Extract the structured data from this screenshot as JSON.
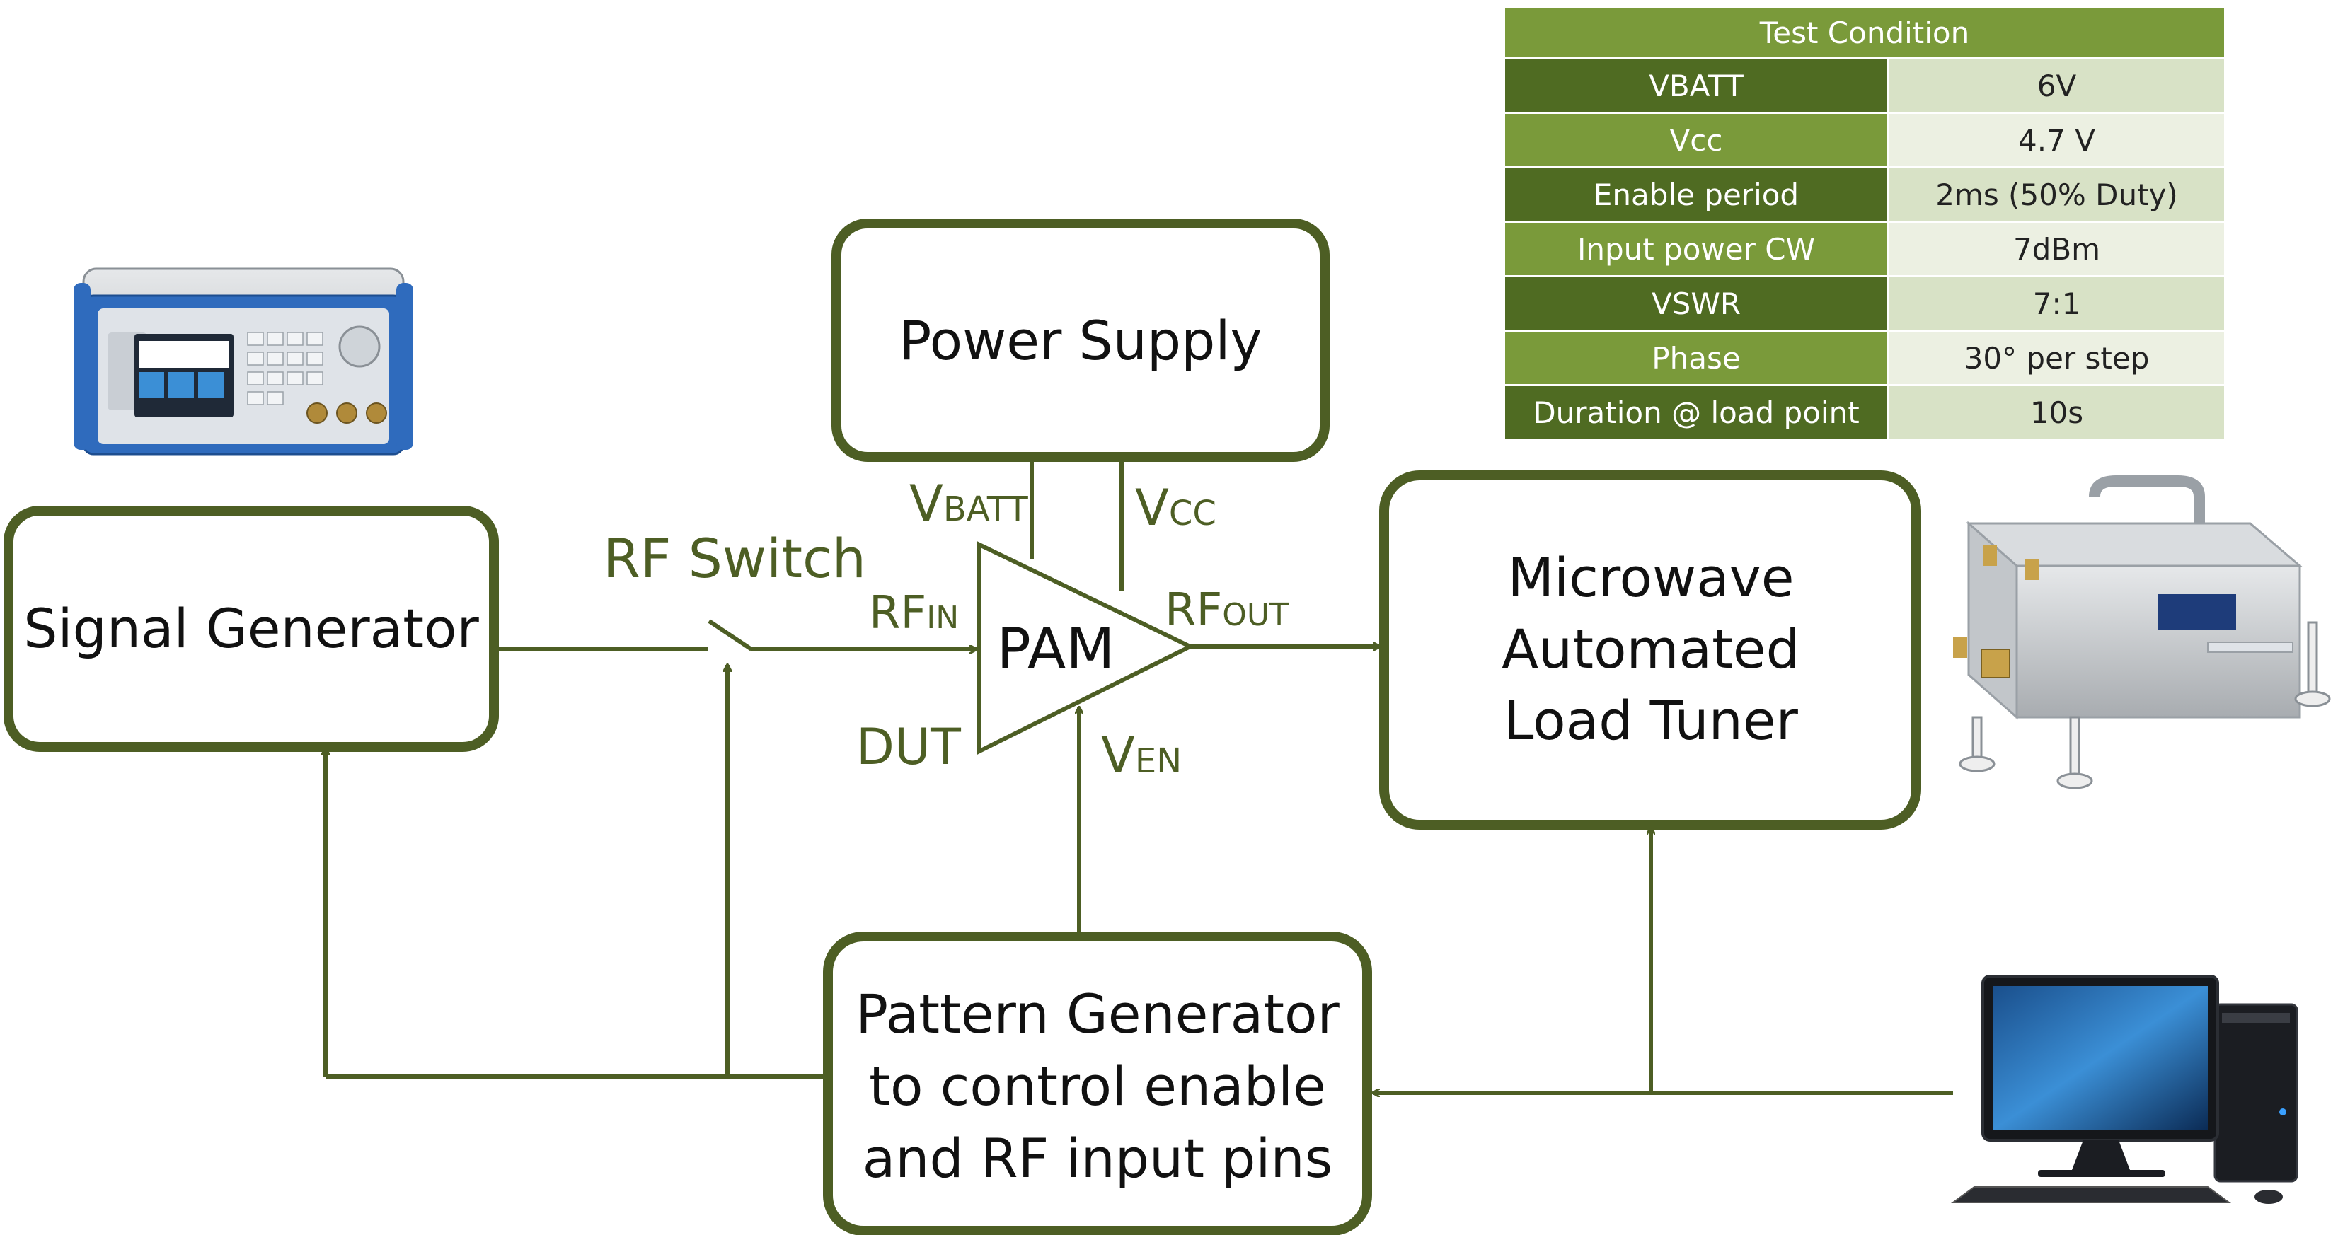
{
  "colors": {
    "accent": "#4d5e24",
    "box_border": "#4d5e24",
    "table_header": "#7a9a3a",
    "table_param_dark": "#4f6b22",
    "table_param_light": "#7a9a3a",
    "table_value_dark": "#d8e2c6",
    "table_value_light": "#ecf0e2"
  },
  "blocks": {
    "signal_generator": "Signal Generator",
    "power_supply": "Power Supply",
    "load_tuner": [
      "Microwave",
      "Automated",
      "Load Tuner"
    ],
    "pattern_generator": [
      "Pattern Generator",
      "to control enable",
      "and RF input pins"
    ]
  },
  "pam": {
    "label": "PAM",
    "dut_label": "DUT"
  },
  "pins": {
    "vbatt": {
      "main": "V",
      "sub": "BATT"
    },
    "vcc": {
      "main": "V",
      "sub": "CC"
    },
    "rf_in": {
      "main": "RF",
      "sub": "IN"
    },
    "rf_out": {
      "main": "RF",
      "sub": "OUT"
    },
    "ven": {
      "main": "V",
      "sub": "EN"
    }
  },
  "rf_switch_label": "RF Switch",
  "test_condition": {
    "title": "Test Condition",
    "rows": [
      {
        "param": "VBATT",
        "value": "6V"
      },
      {
        "param": "Vcc",
        "value": "4.7 V"
      },
      {
        "param": "Enable period",
        "value": "2ms (50% Duty)"
      },
      {
        "param": "Input power CW",
        "value": "7dBm"
      },
      {
        "param": "VSWR",
        "value": "7:1"
      },
      {
        "param": "Phase",
        "value": "30° per step"
      },
      {
        "param": "Duration @ load point",
        "value": "10s"
      }
    ]
  },
  "icons": [
    "signal-generator-photo",
    "load-tuner-photo",
    "computer-photo"
  ]
}
